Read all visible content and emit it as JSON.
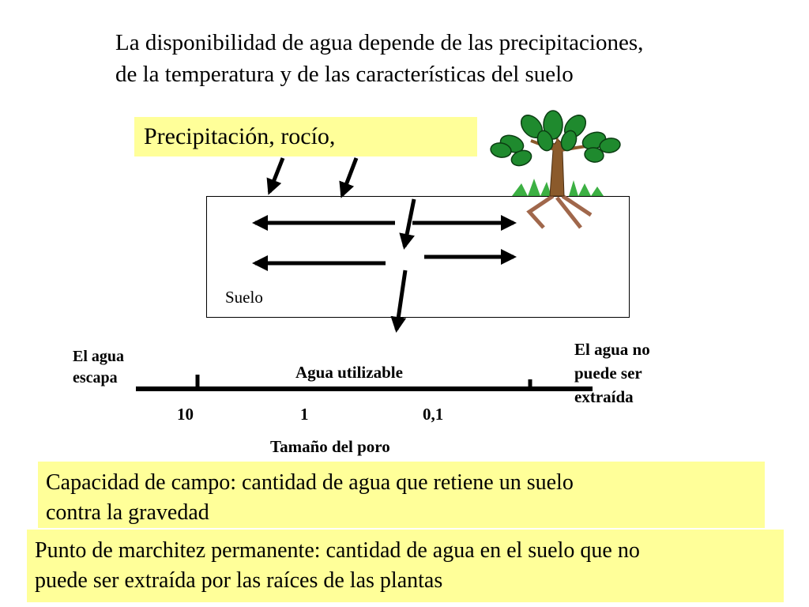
{
  "title": {
    "line1": "La disponibilidad de agua depende de las precipitaciones,",
    "line2": "de la temperatura y de las características del suelo"
  },
  "precipitation_label": "Precipitación, rocío,",
  "soil_label": "Suelo",
  "pore_scale": {
    "left_label_line1": "El agua",
    "left_label_line2": "escapa",
    "middle_label": "Agua utilizable",
    "right_label_line1": "El agua no",
    "right_label_line2": "puede ser",
    "right_label_line3": "extraída",
    "ticks": [
      "10",
      "1",
      "0,1"
    ],
    "axis_title": "Tamaño del poro"
  },
  "definitions": {
    "field_capacity_line1": "Capacidad de campo: cantidad de agua que retiene un suelo",
    "field_capacity_line2": "contra la gravedad",
    "wilting_point_line1": "Punto de marchitez permanente: cantidad de agua en el suelo que no",
    "wilting_point_line2": "puede ser extraída por las raíces de las plantas"
  },
  "colors": {
    "highlight": "#ffff99",
    "leaf": "#1f8a2e",
    "trunk": "#8b5a2b",
    "grass": "#3cb043"
  },
  "icons": [
    "tree-icon"
  ]
}
